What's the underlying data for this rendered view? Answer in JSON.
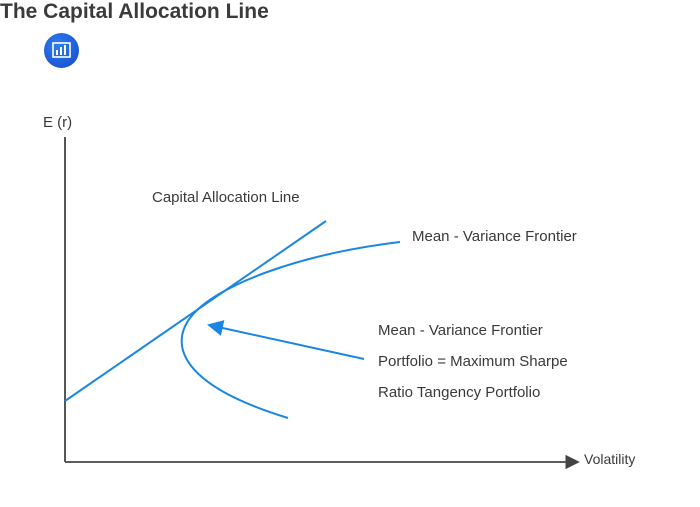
{
  "header": {
    "title": "The Capital Allocation Line",
    "logo_icon": "bar-chart-icon"
  },
  "diagram": {
    "y_axis_label": "E (r)",
    "x_axis_label": "Volatility",
    "cal_label": "Capital Allocation Line",
    "frontier_label": "Mean - Variance Frontier",
    "tangency_annotation": [
      "Mean - Variance Frontier",
      "Portfolio = Maximum Sharpe",
      "Ratio Tangency Portfolio"
    ],
    "line_color": "#1a86e3",
    "axis_color": "#444444"
  }
}
